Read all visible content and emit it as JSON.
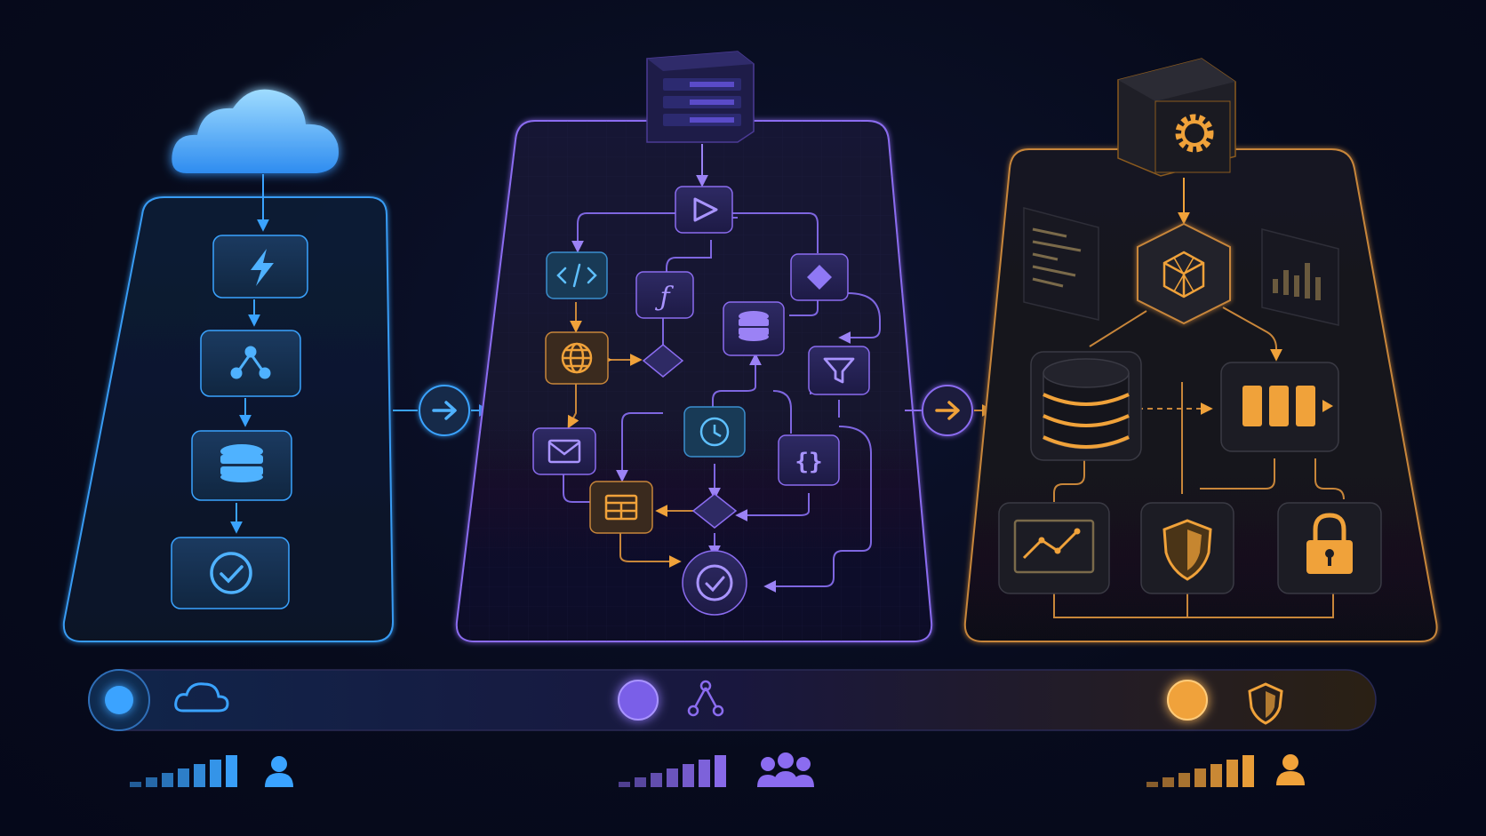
{
  "colors": {
    "blue": "#3aa3ff",
    "blue_dim": "#1f5f9e",
    "purple": "#8b6cf0",
    "purple_dim": "#4c3b96",
    "orange": "#f0a23a",
    "orange_dim": "#8a5a1e",
    "bg": "#070b1c"
  },
  "stages": [
    {
      "name": "cloud-pipeline",
      "accent": "blue",
      "steps": [
        "lightning-icon",
        "network-nodes-icon",
        "database-icon",
        "check-circle-icon"
      ]
    },
    {
      "name": "workflow-engine",
      "accent": "purple",
      "nodes": [
        "play-icon",
        "code-icon",
        "function-icon",
        "diamond-icon",
        "database-icon",
        "globe-icon",
        "decision-diamond",
        "filter-icon",
        "mail-icon",
        "clock-icon",
        "braces-icon",
        "table-icon",
        "decision-diamond",
        "check-circle-icon"
      ]
    },
    {
      "name": "secure-processing",
      "accent": "orange",
      "nodes": [
        "gear-icon",
        "cube-icon",
        "database-icon",
        "queue-icon",
        "line-chart-icon",
        "shield-icon",
        "lock-icon"
      ]
    }
  ],
  "timeline": {
    "icons": [
      "cloud-icon",
      "network-nodes-icon",
      "shield-icon"
    ],
    "markers": [
      "blue",
      "purple",
      "orange"
    ]
  },
  "capacity": [
    {
      "accent": "blue",
      "bars": 7,
      "users_icon": "user-icon"
    },
    {
      "accent": "purple",
      "bars": 7,
      "users_icon": "users-group-icon"
    },
    {
      "accent": "orange",
      "bars": 7,
      "users_icon": "user-icon"
    }
  ]
}
